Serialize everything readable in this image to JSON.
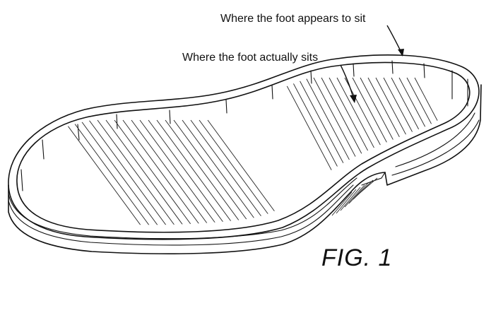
{
  "labels": {
    "appears": "Where the foot appears to sit",
    "actual": "Where the foot actually sits"
  },
  "figure_label": "FIG.  1"
}
